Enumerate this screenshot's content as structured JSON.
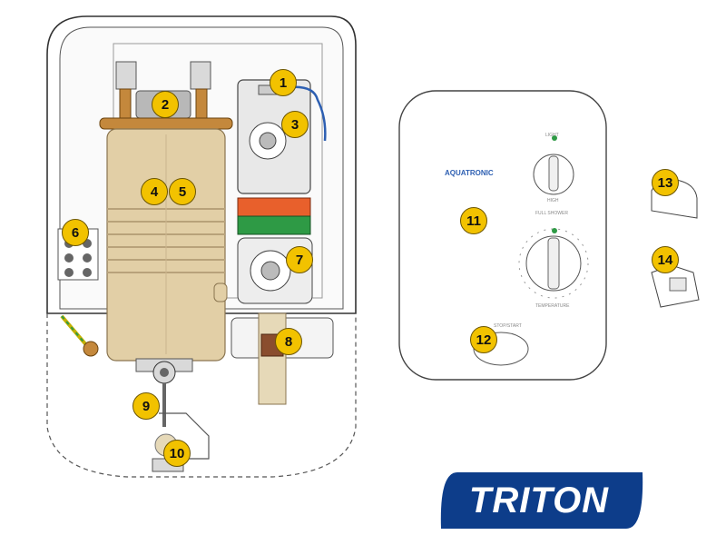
{
  "diagram": {
    "callouts": [
      {
        "id": 1,
        "label": "1"
      },
      {
        "id": 2,
        "label": "2"
      },
      {
        "id": 3,
        "label": "3"
      },
      {
        "id": 4,
        "label": "4"
      },
      {
        "id": 5,
        "label": "5"
      },
      {
        "id": 6,
        "label": "6"
      },
      {
        "id": 7,
        "label": "7"
      },
      {
        "id": 8,
        "label": "8"
      },
      {
        "id": 9,
        "label": "9"
      },
      {
        "id": 10,
        "label": "10"
      },
      {
        "id": 11,
        "label": "11"
      },
      {
        "id": 12,
        "label": "12"
      },
      {
        "id": 13,
        "label": "13"
      },
      {
        "id": 14,
        "label": "14"
      }
    ],
    "cover_panel": {
      "brand": "AQUATRONIC",
      "top_dial_label_top": "LIGHT",
      "top_dial_label_bottom": "HIGH",
      "below_top_dial": "FULL SHOWER",
      "bottom_dial_label": "TEMPERATURE",
      "button_label": "STOP/START"
    },
    "logo": {
      "text": "TRITON"
    }
  },
  "colors": {
    "callout_fill": "#f2c200",
    "heater_can": "#e2cfa6",
    "copper": "#c4883c",
    "logo_blue": "#0d3d8a",
    "indicator_orange": "#e8602c",
    "indicator_green": "#2e9a45"
  }
}
